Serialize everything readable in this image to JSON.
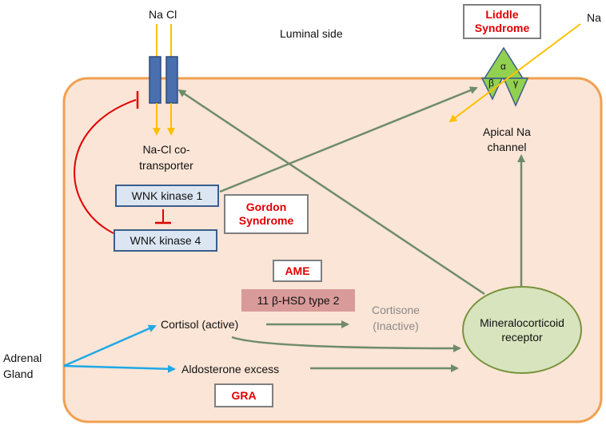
{
  "labels": {
    "luminal_side": "Luminal side",
    "na": "Na",
    "cl": "Cl",
    "na_right": "Na",
    "cotransporter_line1": "Na-Cl co-",
    "cotransporter_line2": "transporter",
    "apical_line1": "Apical Na",
    "apical_line2": "channel",
    "alpha": "α",
    "beta": "β",
    "gamma": "γ",
    "cortisol": "Cortisol (active)",
    "cortisone_line1": "Cortisone",
    "cortisone_line2": "(Inactive)",
    "aldosterone": "Aldosterone excess",
    "adrenal_line1": "Adrenal",
    "adrenal_line2": "Gland"
  },
  "boxes": {
    "wnk1": "WNK kinase  1",
    "wnk4": "WNK kinase  4",
    "hsd": "11 β-HSD type 2",
    "mineral_line1": "Mineralocorticoid",
    "mineral_line2": "receptor"
  },
  "syndromes": {
    "liddle_line1": "Liddle",
    "liddle_line2": "Syndrome",
    "gordon_line1": "Gordon",
    "gordon_line2": "Syndrome",
    "ame": "AME",
    "gra": "GRA"
  },
  "colors": {
    "cell_fill": "#fbe5d6",
    "cell_border": "#f0a050",
    "green_arrow": "#6e8c69",
    "blue_arrow": "#1fa8e6",
    "orange_arrow": "#ffc000",
    "inhibit_red": "#e00000",
    "transporter": "#4472c4",
    "channel_green": "#92d050"
  }
}
